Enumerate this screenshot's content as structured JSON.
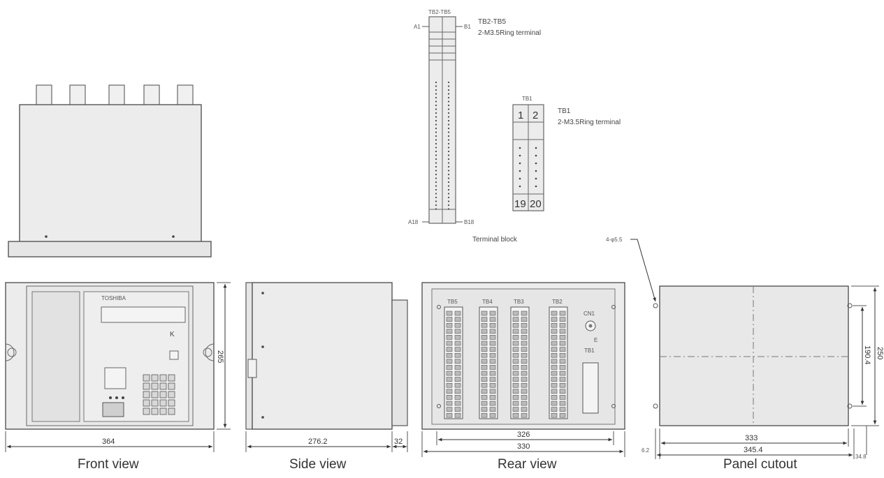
{
  "terminal_block": {
    "tb2_tb5_header": "TB2-TB5",
    "tb2_tb5_title": "TB2-TB5",
    "tb2_tb5_spec": "2-M3.5Ring terminal",
    "a1": "A1",
    "b1": "B1",
    "a18": "A18",
    "b18": "B18",
    "tb1_header": "TB1",
    "tb1_title": "TB1",
    "tb1_spec": "2-M3.5Ring terminal",
    "cell_1": "1",
    "cell_2": "2",
    "cell_19": "19",
    "cell_20": "20",
    "caption": "Terminal block"
  },
  "front_view": {
    "caption": "Front view",
    "width_dim": "364",
    "height_dim": "265",
    "brand": "TOSHIBA"
  },
  "side_view": {
    "caption": "Side view",
    "depth_dim": "276.2",
    "terminal_dim": "32"
  },
  "rear_view": {
    "caption": "Rear view",
    "inner_dim": "326",
    "outer_dim": "330",
    "tb5": "TB5",
    "tb4": "TB4",
    "tb3": "TB3",
    "tb2": "TB2",
    "cn1": "CN1",
    "tb1": "TB1",
    "e_label": "E"
  },
  "panel_cutout": {
    "caption": "Panel cutout",
    "hole_spec": "4-φ5.5",
    "width_inner": "333",
    "width_outer": "345.4",
    "height_inner": "190.4",
    "height_outer": "250",
    "left_offset": "6.2",
    "bottom_offset": "34.8"
  }
}
